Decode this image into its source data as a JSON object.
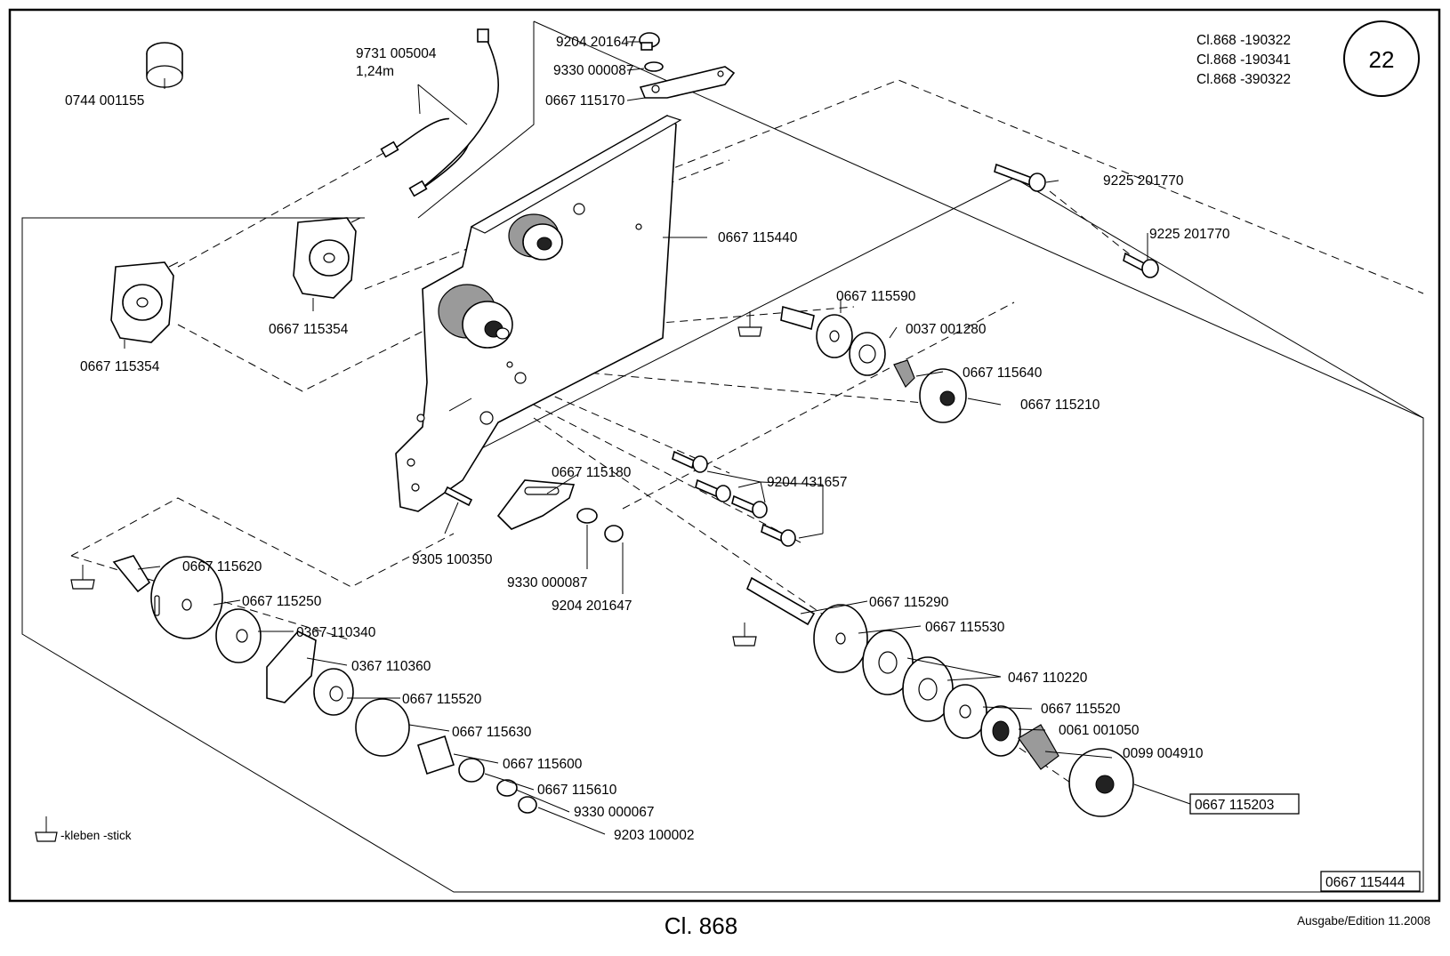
{
  "page_number": "22",
  "models": [
    "Cl.868 -190322",
    "Cl.868 -190341",
    "Cl.868 -390322"
  ],
  "parts": {
    "p0744_001155": "0744 001155",
    "p9731_005004": "9731 005004",
    "p9731_len": "1,24m",
    "p9204_201647_top": "9204 201647",
    "p9330_000087_top": "9330 000087",
    "p0667_115170": "0667 115170",
    "p0667_115354_a": "0667 115354",
    "p0667_115354_b": "0667 115354",
    "p0667_115440": "0667 115440",
    "p9225_201770_a": "9225 201770",
    "p9225_201770_b": "9225 201770",
    "p0667_115590": "0667 115590",
    "p0037_001280": "0037 001280",
    "p0667_115640": "0667 115640",
    "p0667_115210": "0667 115210",
    "p0667_115180": "0667 115180",
    "p9204_431657": "9204 431657",
    "p9305_100350": "9305 100350",
    "p9330_000087_mid": "9330 000087",
    "p9204_201647_mid": "9204 201647",
    "p0667_115620": "0667 115620",
    "p0667_115250": "0667 115250",
    "p0367_110340": "0367 110340",
    "p0367_110360": "0367 110360",
    "p0667_115520_l": "0667 115520",
    "p0667_115630": "0667 115630",
    "p0667_115600": "0667 115600",
    "p0667_115610": "0667 115610",
    "p9330_000067": "9330 000067",
    "p9203_100002": "9203 100002",
    "p0667_115290": "0667 115290",
    "p0667_115530": "0667 115530",
    "p0467_110220": "0467 110220",
    "p0667_115520_r": "0667 115520",
    "p0061_001050": "0061 001050",
    "p0099_004910": "0099 004910",
    "p0667_115203": "0667 115203"
  },
  "legend_glue": "-kleben -stick",
  "assembly_number": "0667 115444",
  "footer_title": "Cl. 868",
  "footer_edition": "Ausgabe/Edition 11.2008"
}
